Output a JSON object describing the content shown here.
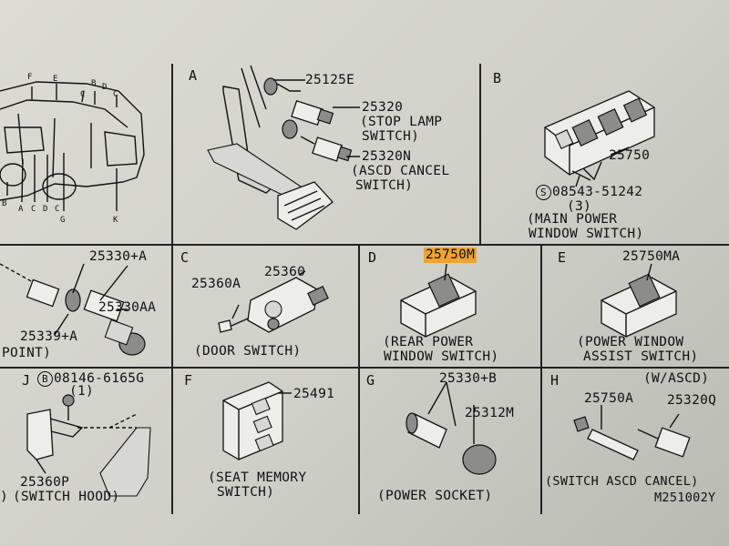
{
  "vehicle_locator": {
    "top_labels": [
      "F",
      "E",
      "B",
      "C",
      "D",
      "C"
    ],
    "bottom_labels": [
      "B",
      "A",
      "C",
      "D",
      "C",
      "G",
      "K"
    ]
  },
  "panel_a": {
    "letter": "A",
    "label_1": "25125E",
    "label_2": "25320",
    "label_2_desc_1": "(STOP LAMP",
    "label_2_desc_2": "SWITCH)",
    "label_3": "25320N",
    "label_3_desc_1": "(ASCD CANCEL",
    "label_3_desc_2": "SWITCH)"
  },
  "panel_b": {
    "letter": "B",
    "part": "25750",
    "screw_symbol": "S",
    "screw": "08543-51242",
    "screw_qty": "(3)",
    "caption_1": "(MAIN POWER",
    "caption_2": "WINDOW SWITCH)"
  },
  "panel_left_mid": {
    "part_1": "25330+A",
    "part_2": "25330AA",
    "part_3": "25339+A",
    "caption": "POINT)"
  },
  "panel_c": {
    "letter": "C",
    "part_1": "25360A",
    "part_2": "25360",
    "caption": "(DOOR SWITCH)"
  },
  "panel_d": {
    "letter": "D",
    "part": "25750M",
    "caption_1": "(REAR POWER",
    "caption_2": "WINDOW SWITCH)"
  },
  "panel_e": {
    "letter": "E",
    "part": "25750MA",
    "caption_1": "(POWER WINDOW",
    "caption_2": "ASSIST SWITCH)"
  },
  "panel_j": {
    "letter": "J",
    "bolt_symbol": "B",
    "bolt": "08146-6165G",
    "bolt_qty": "(1)",
    "part": "25360P",
    "caption": "(SWITCH HOOD)",
    "edge_mark": ")"
  },
  "panel_f": {
    "letter": "F",
    "part": "25491",
    "caption_1": "(SEAT MEMORY",
    "caption_2": "SWITCH)"
  },
  "panel_g": {
    "letter": "G",
    "part_1": "25330+B",
    "part_2": "25312M",
    "caption": "(POWER SOCKET)"
  },
  "panel_h": {
    "letter": "H",
    "note": "(W/ASCD)",
    "part_1": "25750A",
    "part_2": "25320Q",
    "caption": "(SWITCH ASCD CANCEL)",
    "figure_code": "M251002Y"
  },
  "colors": {
    "paper": "#d6d6ce",
    "ink": "#111111",
    "highlight": "#f0a52a"
  }
}
